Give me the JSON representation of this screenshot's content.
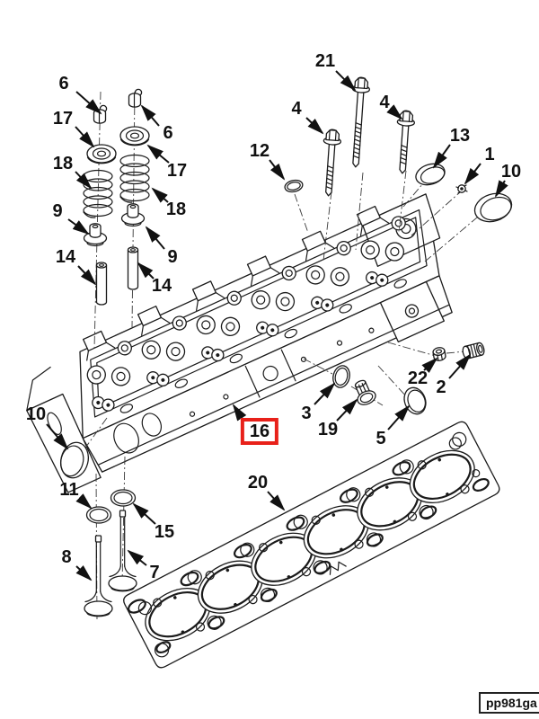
{
  "diagram_type": "exploded-parts-diagram",
  "subject": "cylinder-head-assembly",
  "colors": {
    "ink": "#1a1a1a",
    "highlight": "#e8211a",
    "paper": "#ffffff"
  },
  "selected_callout": "16",
  "footer": {
    "code": "pp981ga"
  },
  "callouts": [
    {
      "label": "6"
    },
    {
      "label": "17"
    },
    {
      "label": "18"
    },
    {
      "label": "9"
    },
    {
      "label": "14"
    },
    {
      "label": "6"
    },
    {
      "label": "17"
    },
    {
      "label": "18"
    },
    {
      "label": "9"
    },
    {
      "label": "14"
    },
    {
      "label": "21"
    },
    {
      "label": "4"
    },
    {
      "label": "4"
    },
    {
      "label": "12"
    },
    {
      "label": "13"
    },
    {
      "label": "1"
    },
    {
      "label": "10"
    },
    {
      "label": "22"
    },
    {
      "label": "2"
    },
    {
      "label": "3"
    },
    {
      "label": "19"
    },
    {
      "label": "5"
    },
    {
      "label": "16"
    },
    {
      "label": "20"
    },
    {
      "label": "10"
    },
    {
      "label": "11"
    },
    {
      "label": "15"
    },
    {
      "label": "8"
    },
    {
      "label": "7"
    }
  ]
}
